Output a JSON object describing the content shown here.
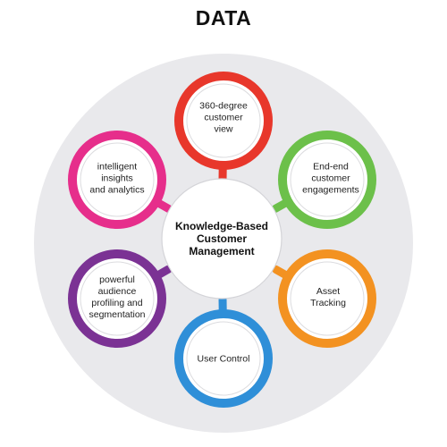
{
  "title": "DATA",
  "center": {
    "lines": [
      "Knowledge-Based",
      "Customer",
      "Management"
    ]
  },
  "nodes": [
    {
      "id": "view",
      "color": "#e8372b",
      "lines": [
        "360-degree",
        "customer",
        "view"
      ]
    },
    {
      "id": "engagement",
      "color": "#6cc04a",
      "lines": [
        "End-end",
        "customer",
        "engagements"
      ]
    },
    {
      "id": "asset",
      "color": "#f39221",
      "lines": [
        "Asset",
        "Tracking"
      ]
    },
    {
      "id": "control",
      "color": "#2f8fd8",
      "lines": [
        "User Control"
      ]
    },
    {
      "id": "profiling",
      "color": "#7b3294",
      "lines": [
        "powerful",
        "audience",
        "profiling and",
        "segmentation"
      ]
    },
    {
      "id": "insights",
      "color": "#e62e8b",
      "lines": [
        "intelligent",
        "insights",
        "and analytics"
      ]
    }
  ]
}
